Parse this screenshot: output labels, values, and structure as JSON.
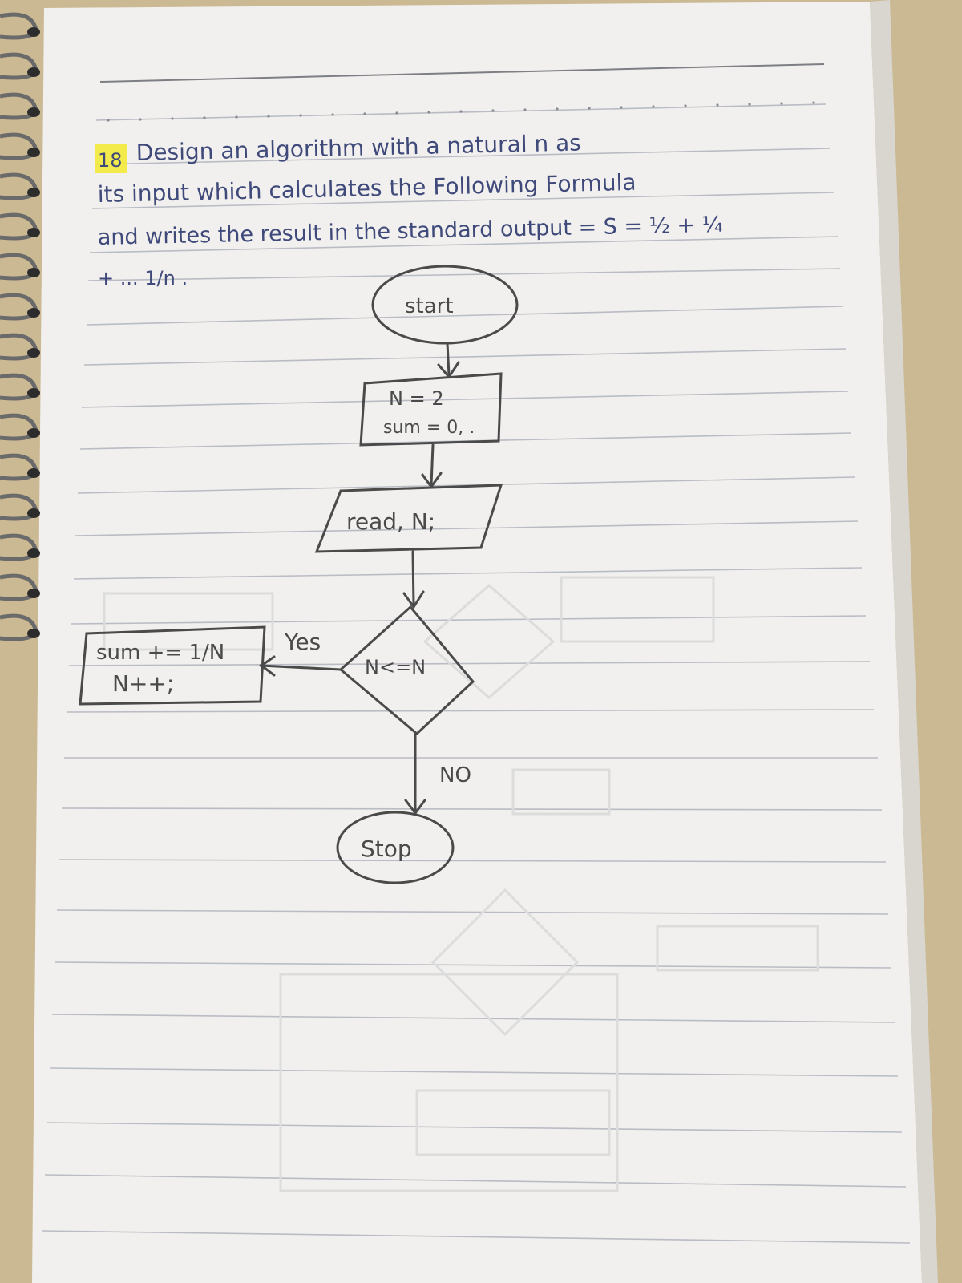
{
  "problem": {
    "number": "18",
    "line1": "Design an algorithm with a natural n as",
    "line2": "its input which calculates the Following Formula",
    "line3": "and writes the result in the standard output = S = ½ + ¼",
    "line4": "+ ... 1/n ."
  },
  "flowchart": {
    "start": "start",
    "init_line1": "N = 2",
    "init_line2": "sum = 0, .",
    "read": "read, N;",
    "condition": "N<=N",
    "yes_label": "Yes",
    "no_label": "NO",
    "loop_line1": "sum += 1/N",
    "loop_line2": "N++;",
    "stop": "Stop"
  },
  "colors": {
    "paper": "#f1f0ee",
    "ink": "#3f4a7a",
    "pencil": "#4a4a4a",
    "highlight": "#f3e93a",
    "rule_line": "#b9bcc4",
    "table": "#c9b894",
    "spiral": "#6a6a6a"
  }
}
